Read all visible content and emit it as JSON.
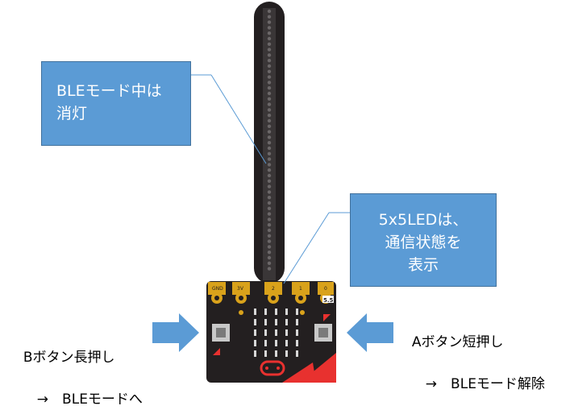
{
  "callout_ble": {
    "line1": "BLEモード中は",
    "line2": "消灯"
  },
  "callout_led": {
    "line1": "5x5LEDは、",
    "line2": "通信状態を",
    "line3": "表示"
  },
  "button_b_note": {
    "line1": "Bボタン長押し",
    "line2": "　→　BLEモードへ"
  },
  "button_a_note": {
    "line1": "Aボタン短押し",
    "line2": "　→　BLEモード解除"
  },
  "board_pins": {
    "gnd": "GND",
    "v3": "3V",
    "p2": "2",
    "p1": "1",
    "p0": "0",
    "pin_5_5": "5.5"
  },
  "colors": {
    "callout_fill": "#5b9bd5",
    "arrow_fill": "#5b9bd5",
    "board_body": "#231f20",
    "pin_gold": "#d9a21b",
    "board_red": "#e8312f"
  }
}
